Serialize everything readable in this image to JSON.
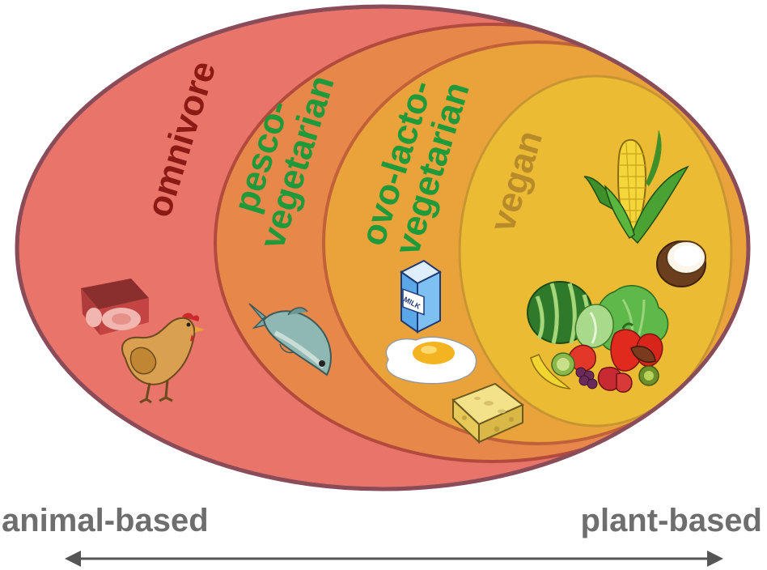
{
  "diagram": {
    "rings": [
      {
        "id": "omnivore",
        "lines": [
          "omnivore"
        ]
      },
      {
        "id": "pesco",
        "lines": [
          "pesco-",
          "vegetarian"
        ]
      },
      {
        "id": "ovolacto",
        "lines": [
          "ovo-lacto-",
          "vegetarian"
        ]
      },
      {
        "id": "vegan",
        "lines": [
          "vegan"
        ]
      }
    ],
    "axis": {
      "left": "animal-based",
      "right": "plant-based"
    },
    "food_icons": {
      "omnivore": [
        "meat-icon",
        "chicken-icon"
      ],
      "pesco": [
        "fish-icon"
      ],
      "ovolacto": [
        "milk-carton-icon",
        "fried-egg-icon",
        "cheese-icon"
      ],
      "vegan": [
        "corn-icon",
        "coconut-icon",
        "watermelon-icon",
        "vegetables-icon",
        "fruits-icon"
      ]
    },
    "milk_label": "MILK"
  },
  "colors": {
    "omnivore_fill": "#e9746a",
    "pesco_fill": "#e8874a",
    "ovolacto_fill": "#eaa33b",
    "vegan_fill": "#ebbc33",
    "omnivore_text": "#8b1a14",
    "vegetarian_text": "#1e9a3a",
    "vegan_text": "#b98a2a",
    "axis_text": "#6e6e6e",
    "arrow": "#555555"
  }
}
